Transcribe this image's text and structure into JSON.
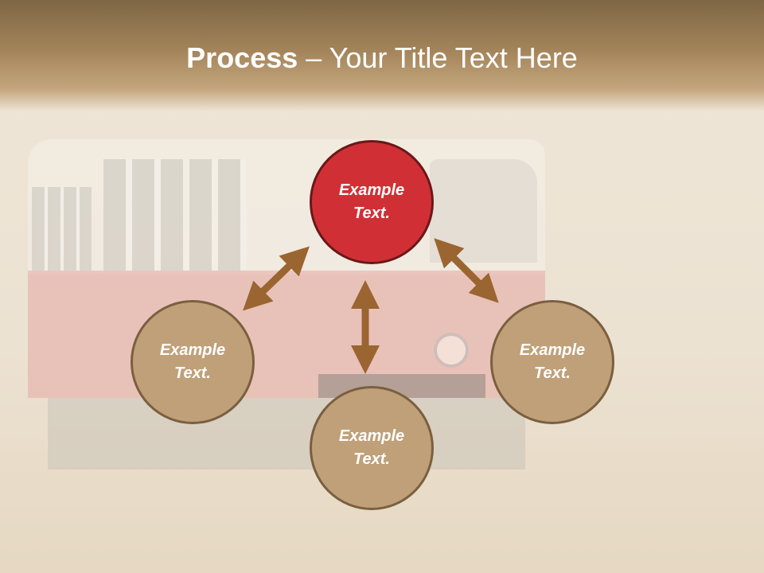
{
  "title": {
    "bold": "Process",
    "rest": " – Your Title Text Here"
  },
  "nodes": [
    {
      "label": "Example Text.",
      "color": "#d03035"
    },
    {
      "label": "Example Text.",
      "color": "#c0a078"
    },
    {
      "label": "Example Text.",
      "color": "#c0a078"
    },
    {
      "label": "Example Text.",
      "color": "#c0a078"
    }
  ],
  "arrow_color": "#9a6530"
}
